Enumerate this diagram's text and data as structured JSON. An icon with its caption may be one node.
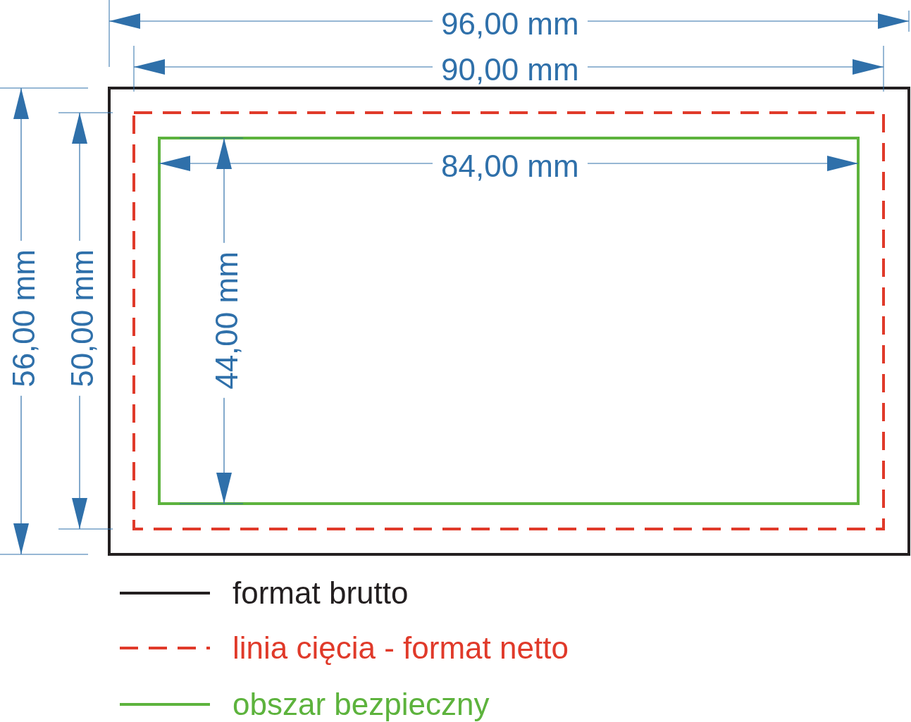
{
  "diagram": {
    "labels": [
      "96,00 mm",
      "90,00 mm",
      "84,00 mm",
      "56,00 mm",
      "50,00 mm",
      "44,00 mm"
    ],
    "legend": [
      {
        "text": "format brutto"
      },
      {
        "text": "linia cięcia - format netto"
      },
      {
        "text": "obszar bezpieczny"
      }
    ]
  }
}
